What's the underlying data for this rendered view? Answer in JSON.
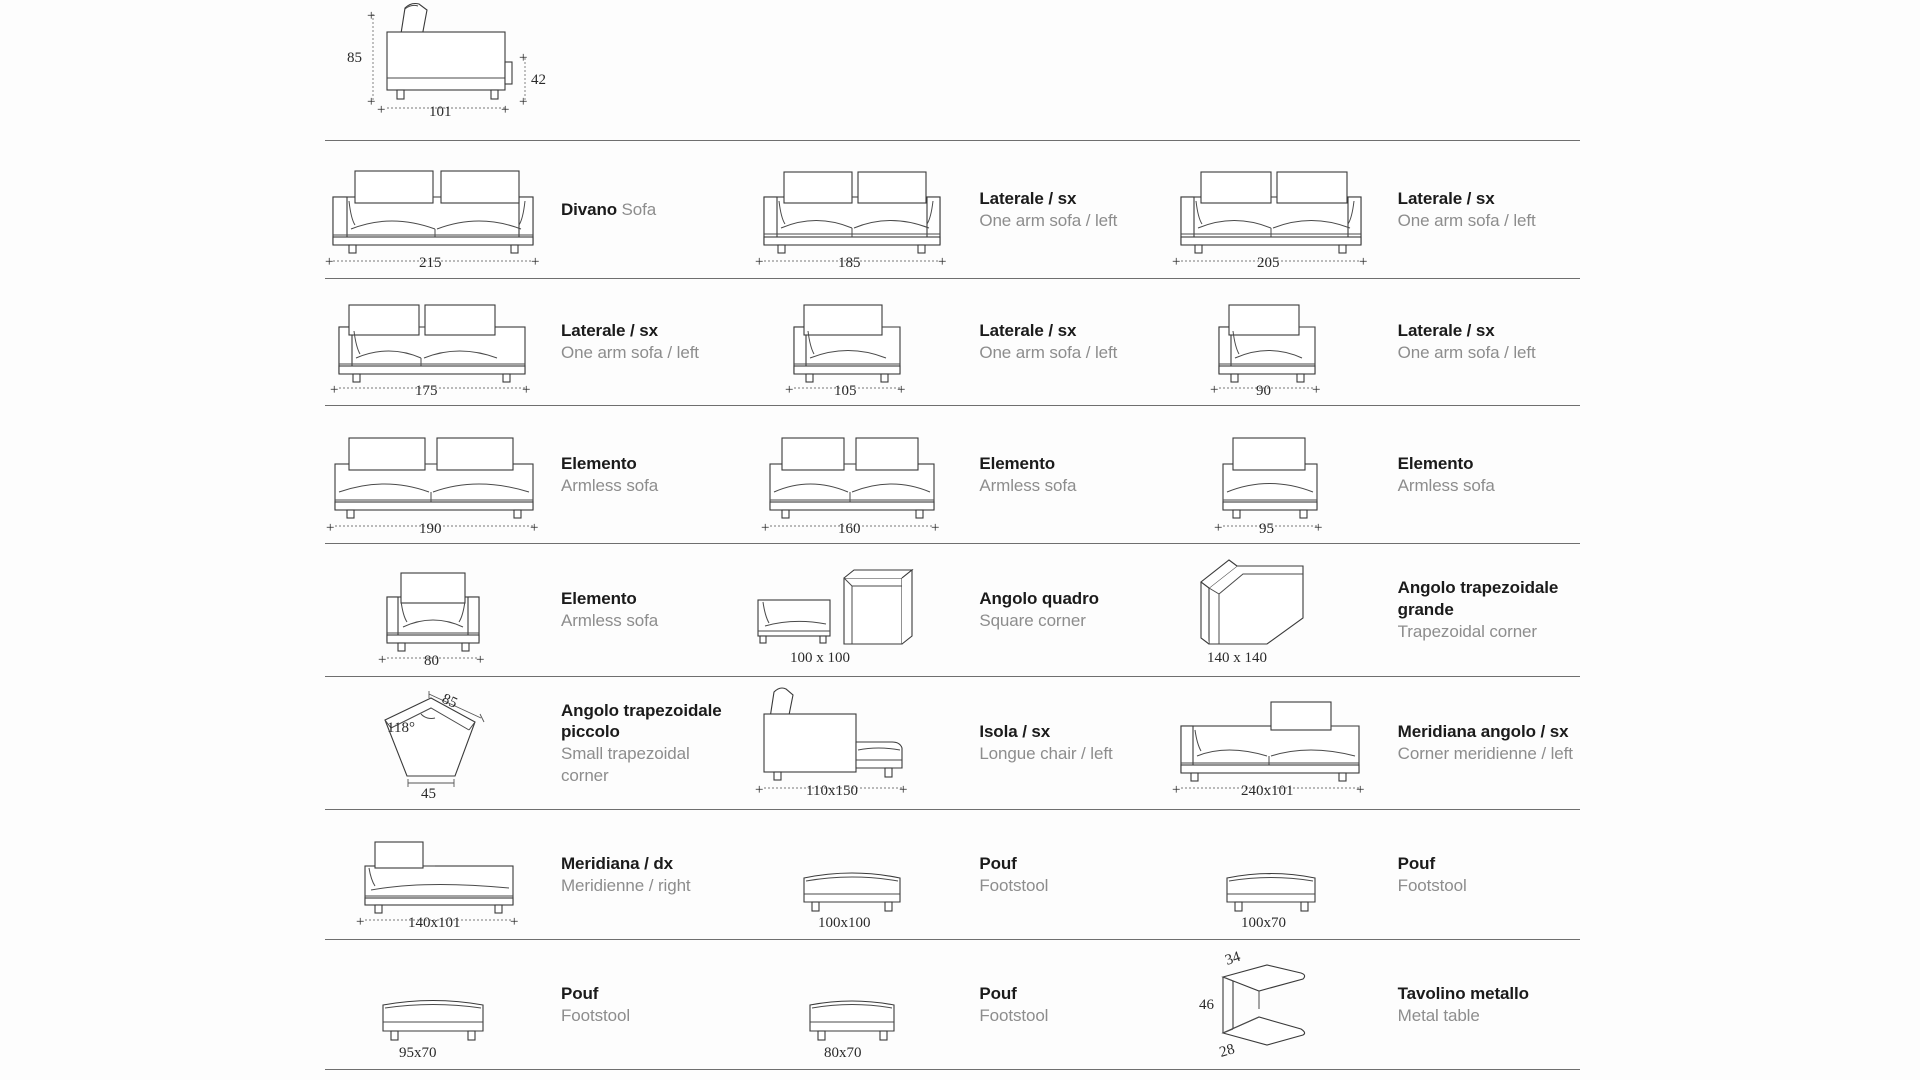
{
  "page": {
    "title": "Modular sofa system — components overview",
    "line_color": "#6f6f6f",
    "text_primary": "#1b1b1b",
    "text_secondary": "#8d8d8d",
    "drawing_stroke": "#3a3a3a",
    "background": "#fdfdfd"
  },
  "top_item": {
    "name_it": "",
    "name_en": "",
    "height_label": "85",
    "seat_height_label": "42",
    "depth_label": "101"
  },
  "rows": [
    {
      "id": "row-1",
      "items": [
        {
          "name_it": "Divano",
          "name_en": "Sofa",
          "label_inline": true,
          "dimension": "215",
          "has_plus_marks": true,
          "art": "sofa-2seat-wide"
        },
        {
          "name_it": "Laterale / sx",
          "name_en": "One arm sofa / left",
          "label_inline": false,
          "dimension": "185",
          "has_plus_marks": true,
          "art": "sofa-2seat-wide"
        },
        {
          "name_it": "Laterale / sx",
          "name_en": "One arm sofa / left",
          "label_inline": false,
          "dimension": "205",
          "has_plus_marks": true,
          "art": "sofa-2seat-wide"
        }
      ]
    },
    {
      "id": "row-2",
      "items": [
        {
          "name_it": "Laterale / sx",
          "name_en": "One arm sofa / left",
          "label_inline": false,
          "dimension": "175",
          "has_plus_marks": true,
          "art": "sofa-onearm-left"
        },
        {
          "name_it": "Laterale / sx",
          "name_en": "One arm sofa / left",
          "label_inline": false,
          "dimension": "105",
          "has_plus_marks": true,
          "art": "armchair-onearm"
        },
        {
          "name_it": "Laterale / sx",
          "name_en": "One arm sofa / left",
          "label_inline": false,
          "dimension": "90",
          "has_plus_marks": true,
          "art": "armchair-onearm-small"
        }
      ]
    },
    {
      "id": "row-3",
      "items": [
        {
          "name_it": "Elemento",
          "name_en": "Armless sofa",
          "label_inline": false,
          "dimension": "190",
          "has_plus_marks": true,
          "art": "armless-sofa-wide"
        },
        {
          "name_it": "Elemento",
          "name_en": "Armless sofa",
          "label_inline": false,
          "dimension": "160",
          "has_plus_marks": true,
          "art": "armless-sofa-mid"
        },
        {
          "name_it": "Elemento",
          "name_en": "Armless sofa",
          "label_inline": false,
          "dimension": "95",
          "has_plus_marks": true,
          "art": "armless-sofa-small"
        }
      ]
    },
    {
      "id": "row-4",
      "items": [
        {
          "name_it": "Elemento",
          "name_en": "Armless sofa",
          "label_inline": false,
          "dimension": "80",
          "has_plus_marks": true,
          "art": "armless-chair"
        },
        {
          "name_it": "Angolo quadro",
          "name_en": "Square corner",
          "label_inline": false,
          "dimension": "100 x 100",
          "has_plus_marks": false,
          "art": "square-corner"
        },
        {
          "name_it": "Angolo trapezoidale grande",
          "name_en": "Trapezoidal corner",
          "label_inline": false,
          "dimension": "140 x 140",
          "has_plus_marks": false,
          "art": "trapezoid-corner-large"
        }
      ]
    },
    {
      "id": "row-5",
      "items": [
        {
          "name_it": "Angolo trapezoidale piccolo",
          "name_en": "Small trapezoidal corner",
          "label_inline": false,
          "dimension": "",
          "has_plus_marks": false,
          "art": "trapezoid-corner-small",
          "annotations": {
            "top": "85",
            "angle": "118°",
            "bottom": "45"
          }
        },
        {
          "name_it": "Isola / sx",
          "name_en": "Longue chair / left",
          "label_inline": false,
          "dimension": "110x150",
          "has_plus_marks": true,
          "art": "longue-chair-left"
        },
        {
          "name_it": "Meridiana angolo / sx",
          "name_en": "Corner meridienne / left",
          "label_inline": false,
          "dimension": "240x101",
          "has_plus_marks": true,
          "art": "corner-meridienne"
        }
      ]
    },
    {
      "id": "row-6",
      "items": [
        {
          "name_it": "Meridiana / dx",
          "name_en": "Meridienne / right",
          "label_inline": false,
          "dimension": "140x101",
          "has_plus_marks": true,
          "art": "meridienne-right"
        },
        {
          "name_it": "Pouf",
          "name_en": "Footstool",
          "label_inline": false,
          "dimension": "100x100",
          "has_plus_marks": false,
          "art": "pouf-large"
        },
        {
          "name_it": "Pouf",
          "name_en": "Footstool",
          "label_inline": false,
          "dimension": "100x70",
          "has_plus_marks": false,
          "art": "pouf-mid"
        }
      ]
    },
    {
      "id": "row-7",
      "items": [
        {
          "name_it": "Pouf",
          "name_en": "Footstool",
          "label_inline": false,
          "dimension": "95x70",
          "has_plus_marks": false,
          "art": "pouf-small"
        },
        {
          "name_it": "Pouf",
          "name_en": "Footstool",
          "label_inline": false,
          "dimension": "80x70",
          "has_plus_marks": false,
          "art": "pouf-xsmall"
        },
        {
          "name_it": "Tavolino metallo",
          "name_en": "Metal table",
          "label_inline": false,
          "dimension": "",
          "has_plus_marks": false,
          "art": "metal-table",
          "annotations": {
            "top": "34",
            "side": "46",
            "bottom": "28"
          }
        }
      ]
    }
  ],
  "plus_symbol": "+"
}
